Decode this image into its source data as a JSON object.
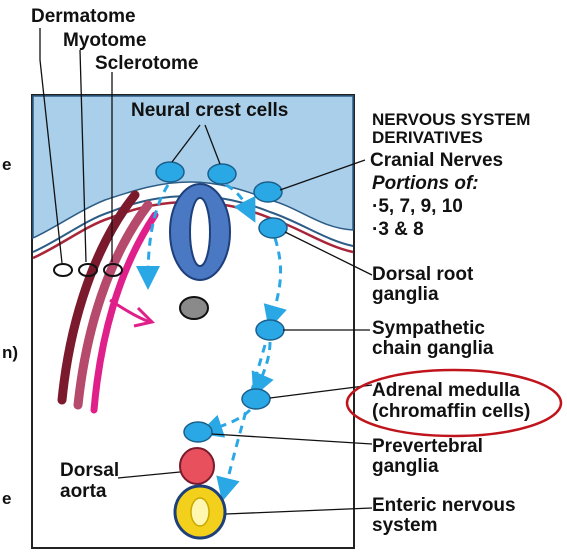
{
  "labels": {
    "dermatome": "Dermatome",
    "myotome": "Myotome",
    "sclerotome": "Sclerotome",
    "neural_crest": "Neural crest cells",
    "derivatives_heading_1": "NERVOUS SYSTEM",
    "derivatives_heading_2": "DERIVATIVES",
    "cranial_nerves": "Cranial Nerves",
    "portions_of": "Portions of:",
    "portions_line_1": "·5, 7, 9, 10",
    "portions_line_2": "·3 & 8",
    "dorsal_root_1": "Dorsal root",
    "dorsal_root_2": "ganglia",
    "sympathetic_1": "Sympathetic",
    "sympathetic_2": "chain ganglia",
    "adrenal_1": "Adrenal medulla",
    "adrenal_2": "(chromaffin cells)",
    "prevertebral_1": "Prevertebral",
    "prevertebral_2": "ganglia",
    "enteric_1": "Enteric nervous",
    "enteric_2": "system",
    "dorsal_aorta_1": "Dorsal",
    "dorsal_aorta_2": "aorta",
    "edge_mark_1": "e",
    "edge_mark_2": "n)",
    "edge_mark_3": "e"
  },
  "colors": {
    "ectoderm": "#a9cfea",
    "mesoderm_line": "#a8253a",
    "crest_cell": "#2aa8e6",
    "neural_tube": "#4a78c2",
    "dermatome": "#7a1a2c",
    "myotome": "#b54a6c",
    "sclerotome": "#e0208a",
    "aorta": "#e8505e",
    "enteric": "#f2d01c",
    "highlight_ring": "#c0141c"
  }
}
